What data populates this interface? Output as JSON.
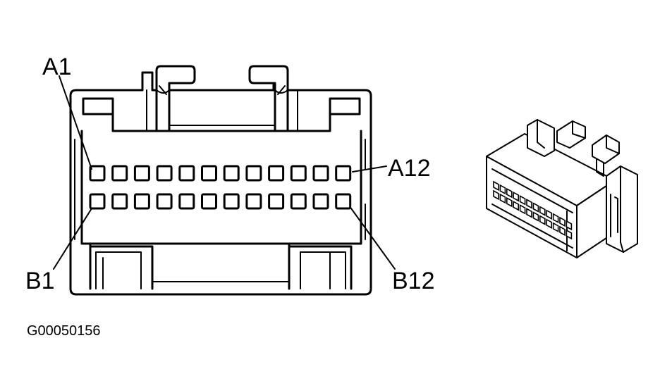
{
  "connector": {
    "pins_per_row": 12,
    "rows": [
      "A",
      "B"
    ],
    "labels": {
      "a_first": "A1",
      "a_last": "A12",
      "b_first": "B1",
      "b_last": "B12"
    }
  },
  "figure": {
    "id_text": "G00050156"
  },
  "colors": {
    "ink": "#000000",
    "paper": "#ffffff"
  }
}
